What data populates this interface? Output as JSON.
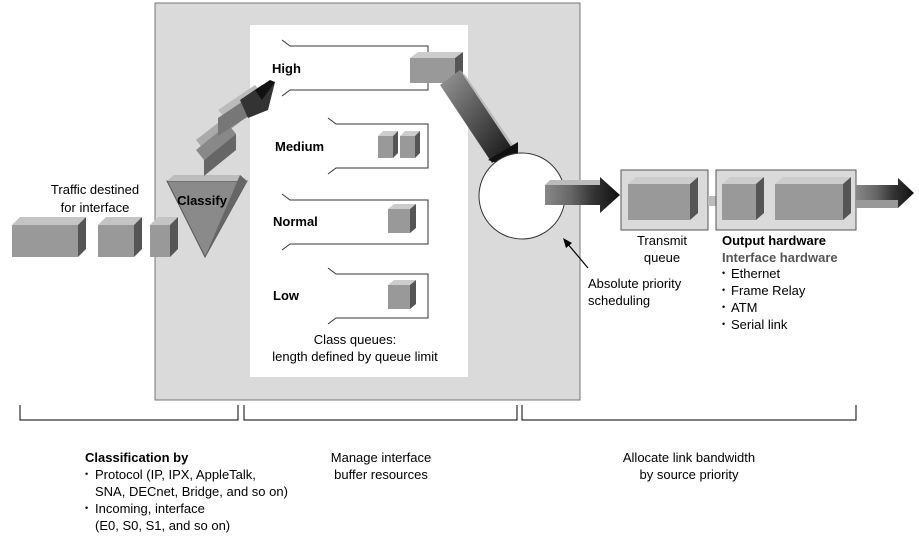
{
  "labels": {
    "traffic_line1": "Traffic destined",
    "traffic_line2": "for interface",
    "classify": "Classify",
    "queue_high": "High",
    "queue_medium": "Medium",
    "queue_normal": "Normal",
    "queue_low": "Low",
    "class_queues_line1": "Class queues:",
    "class_queues_line2": "length defined by queue limit",
    "absolute_line1": "Absolute priority",
    "absolute_line2": "scheduling",
    "transmit_line1": "Transmit",
    "transmit_line2": "queue",
    "output_hw_title": "Output hardware",
    "interface_hw": "Interface hardware",
    "hw_items": [
      "Ethernet",
      "Frame Relay",
      "ATM",
      "Serial link"
    ],
    "bullet": "•"
  },
  "sections": {
    "classification": {
      "title": "Classification by",
      "lines": [
        "Protocol (IP, IPX, AppleTalk,",
        "SNA, DECnet, Bridge, and so on)",
        "Incoming, interface",
        "(E0, S0, S1, and so on)"
      ]
    },
    "manage": {
      "line1": "Manage interface",
      "line2": "buffer resources"
    },
    "allocate": {
      "line1": "Allocate link bandwidth",
      "line2": "by source priority"
    }
  }
}
